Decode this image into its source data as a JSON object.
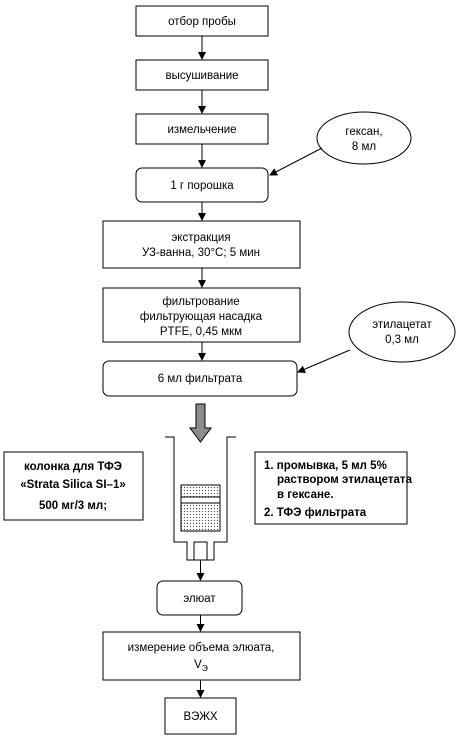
{
  "steps": {
    "sampling": "отбор пробы",
    "drying": "высушивание",
    "grinding": "измельчение",
    "powder": "1 г порошка",
    "extraction_1": "экстракция",
    "extraction_2": "УЗ-ванна, 30°С; 5 мин",
    "filtration_1": "фильтрование",
    "filtration_2": "фильтрующая насадка",
    "filtration_3": "PTFE, 0,45 мкм",
    "filtrate": "6 мл фильтрата",
    "eluate": "элюат",
    "measure_1": "измерение объема элюата,",
    "measure_2": "V",
    "measure_2_sub": "Э",
    "hplc": "ВЭЖХ"
  },
  "reagents": {
    "hexane_1": "гексан,",
    "hexane_2": "8 мл",
    "ethyl_1": "этилацетат",
    "ethyl_2": "0,3 мл"
  },
  "column_info": {
    "line1": "колонка для ТФЭ",
    "line2": "«Strata Silica SI–1»",
    "line3": "500 мг/3 мл;"
  },
  "procedure": {
    "item1_l1": "1. промывка, 5 мл 5%",
    "item1_l2": "раствором этилацетата",
    "item1_l3": "в гексане.",
    "item2": "2. ТФЭ фильтрата"
  }
}
